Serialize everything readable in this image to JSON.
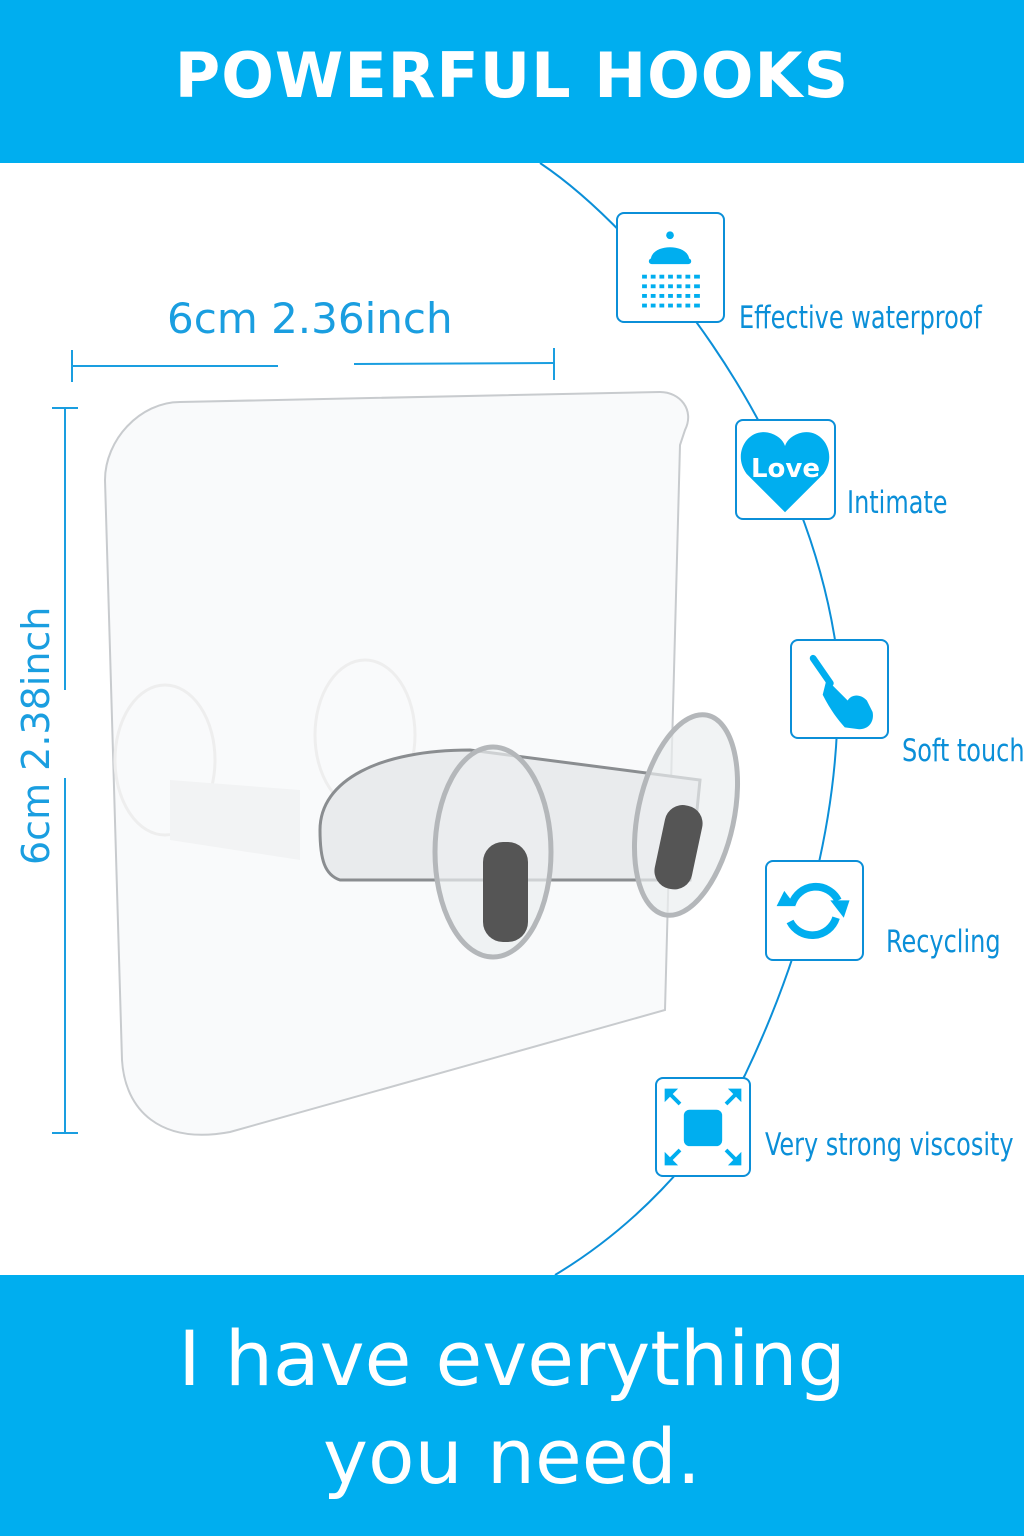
{
  "header": {
    "title": "POWERFUL HOOKS"
  },
  "dimensions": {
    "width": "6cm 2.36inch",
    "height": "6cm 2.38inch"
  },
  "features": [
    {
      "label": "Effective waterproof",
      "icon": "shower-icon"
    },
    {
      "label": "Intimate",
      "icon": "heart-icon",
      "icon_text": "Love"
    },
    {
      "label": "Soft touch",
      "icon": "hand-touch-icon"
    },
    {
      "label": "Recycling",
      "icon": "recycle-arrows-icon"
    },
    {
      "label": "Very strong viscosity",
      "icon": "expand-arrows-icon"
    }
  ],
  "footer": {
    "line1": "I have everything",
    "line2": "you need."
  },
  "colors": {
    "brand": "#00aeef",
    "line": "#0b8fd8"
  }
}
